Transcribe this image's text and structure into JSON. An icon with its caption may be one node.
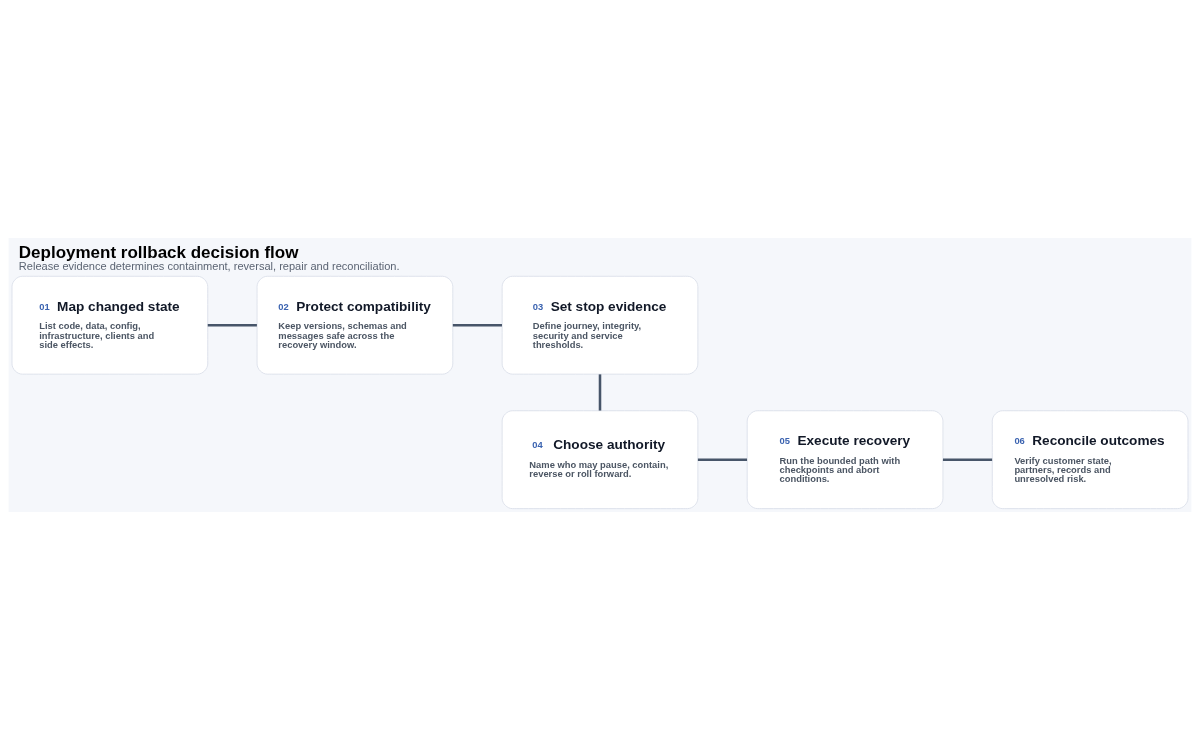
{
  "diagram": {
    "title": "Deployment rollback decision flow",
    "caption": "Release evidence determines containment, reversal, repair and reconciliation.",
    "nodes": [
      {
        "text": [
          "01",
          "Map changed state",
          "List code, data, config, infrastructure, clients and side effects."
        ]
      },
      {
        "text": [
          "02",
          "Protect compatibility",
          "Keep versions, schemas and messages safe across the recovery window."
        ]
      },
      {
        "text": [
          "03",
          "Set stop evidence",
          "Define journey, integrity, security and service thresholds."
        ]
      },
      {
        "text": [
          "04",
          "Choose authority",
          "Name who may pause, contain, reverse or roll forward."
        ]
      },
      {
        "text": [
          "05",
          "Execute recovery",
          "Run the bounded path with checkpoints and abort conditions."
        ]
      },
      {
        "text": [
          "06",
          "Reconcile outcomes",
          "Verify customer state, partners, records and unresolved risk."
        ]
      }
    ],
    "edges": [
      {
        "from": 0,
        "to": 1,
        "arrow": "none"
      },
      {
        "from": 1,
        "to": 2,
        "arrow": "none"
      },
      {
        "from": 2,
        "to": 3,
        "arrow": "none"
      },
      {
        "from": 3,
        "to": 4,
        "arrow": "none"
      },
      {
        "from": 4,
        "to": 5,
        "arrow": "none"
      }
    ]
  }
}
